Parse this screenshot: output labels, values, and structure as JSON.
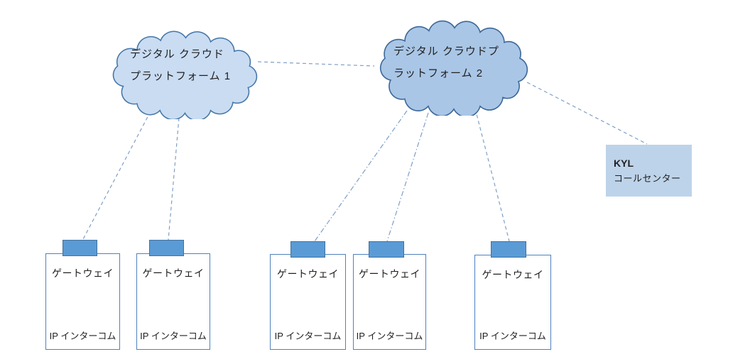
{
  "diagram_title": "",
  "cloud1": {
    "line1": "デジタル クラウド",
    "line2": "プラットフォーム 1"
  },
  "cloud2": {
    "line1": "デジタル クラウドプ",
    "line2": "ラットフォーム 2"
  },
  "call_center": {
    "name": "KYL",
    "label": "コールセンター"
  },
  "gateways": [
    {
      "title": "ゲートウェイ",
      "device": "IP インターコム"
    },
    {
      "title": "ゲートウェイ",
      "device": "IP インターコム"
    },
    {
      "title": "ゲートウェイ",
      "device": "IP インターコム"
    },
    {
      "title": "ゲートウェイ",
      "device": "IP インターコム"
    },
    {
      "title": "ゲートウェイ",
      "device": "IP インターコム"
    }
  ],
  "connections": [
    {
      "from": "cloud-platform-1",
      "to": "cloud-platform-2",
      "style": "dashed"
    },
    {
      "from": "cloud-platform-1",
      "to": "gateway-1",
      "style": "dashed"
    },
    {
      "from": "cloud-platform-1",
      "to": "gateway-2",
      "style": "dashed"
    },
    {
      "from": "cloud-platform-2",
      "to": "gateway-3",
      "style": "dash-dot"
    },
    {
      "from": "cloud-platform-2",
      "to": "gateway-4",
      "style": "dash-dot"
    },
    {
      "from": "cloud-platform-2",
      "to": "gateway-5",
      "style": "dashed"
    },
    {
      "from": "cloud-platform-2",
      "to": "kyl-call-center",
      "style": "dashed"
    }
  ],
  "colors": {
    "background": "#ffffff",
    "cloud1_fill": "#c9dcf2",
    "cloud1_stroke": "#4576a8",
    "cloud2_fill": "#a9c6e6",
    "cloud2_stroke": "#3d6899",
    "tab_fill": "#5b9bd5",
    "tab_stroke": "#41719c",
    "box_stroke": "#4f81bd",
    "callcenter_fill": "#bdd3e9",
    "connector": "#7f9fc5"
  }
}
